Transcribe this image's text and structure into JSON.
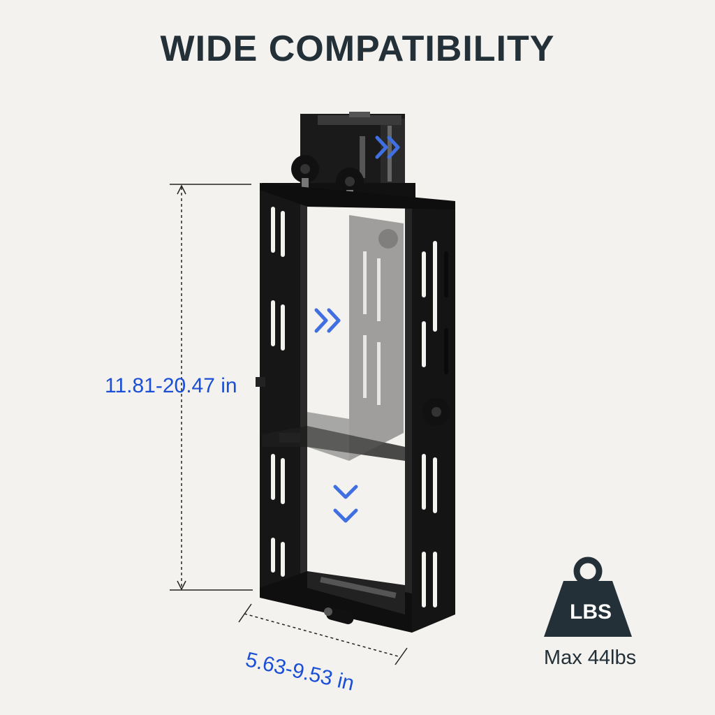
{
  "title": "WIDE COMPATIBILITY",
  "height_range": "11.81-20.47 in",
  "width_range": "5.63-9.53 in",
  "weight_badge": "LBS",
  "max_load": "Max 44lbs",
  "colors": {
    "background": "#f4f2ee",
    "title": "#233038",
    "accent": "#1a4fd6",
    "arrow": "#3f6fe0",
    "metal": "#141414"
  },
  "icons": [
    "double-chevron-right-icon",
    "double-chevron-down-icon",
    "weight-icon"
  ]
}
